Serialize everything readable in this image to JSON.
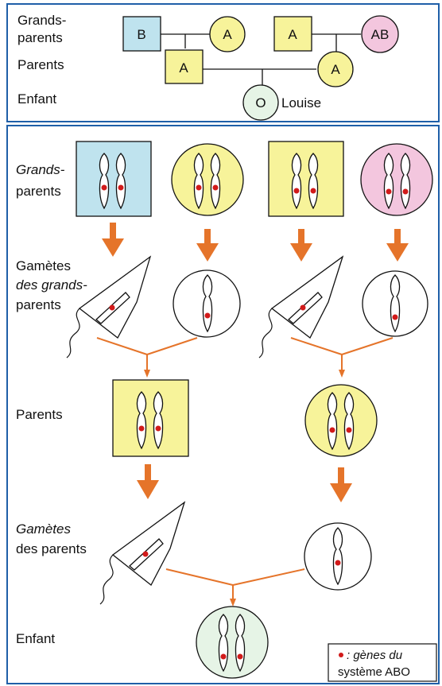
{
  "colors": {
    "blue": "#bfe3ee",
    "yellow": "#f7f39a",
    "pink": "#f3c6de",
    "green": "#e6f4e6",
    "frame": "#1f5fa8",
    "arrow": "#e5742a",
    "gene": "#d11a1a",
    "line": "#111111"
  },
  "pedigree": {
    "row_labels": {
      "grandparents_line1": "Grands-",
      "grandparents_line2": "parents",
      "parents": "Parents",
      "child": "Enfant"
    },
    "grandparents": [
      {
        "blood_type": "B",
        "sex": "male",
        "color": "blue"
      },
      {
        "blood_type": "A",
        "sex": "female",
        "color": "yellow"
      },
      {
        "blood_type": "A",
        "sex": "male",
        "color": "yellow"
      },
      {
        "blood_type": "AB",
        "sex": "female",
        "color": "pink"
      }
    ],
    "parents": [
      {
        "blood_type": "A",
        "sex": "male",
        "color": "yellow"
      },
      {
        "blood_type": "A",
        "sex": "female",
        "color": "yellow"
      }
    ],
    "child": {
      "blood_type": "O",
      "sex": "female",
      "color": "green",
      "name": "Louise"
    }
  },
  "diagram": {
    "labels": {
      "grandparents_line1": "Grands-",
      "grandparents_line2": "parents",
      "gametes_gp_line1": "Gamètes",
      "gametes_gp_line2": "des grands-",
      "gametes_gp_line3": "parents",
      "parents": "Parents",
      "gametes_p_line1": "Gamètes",
      "gametes_p_line2": "des parents",
      "child": "Enfant"
    },
    "legend": {
      "line1": ": gènes du",
      "line2": "système ABO"
    }
  }
}
